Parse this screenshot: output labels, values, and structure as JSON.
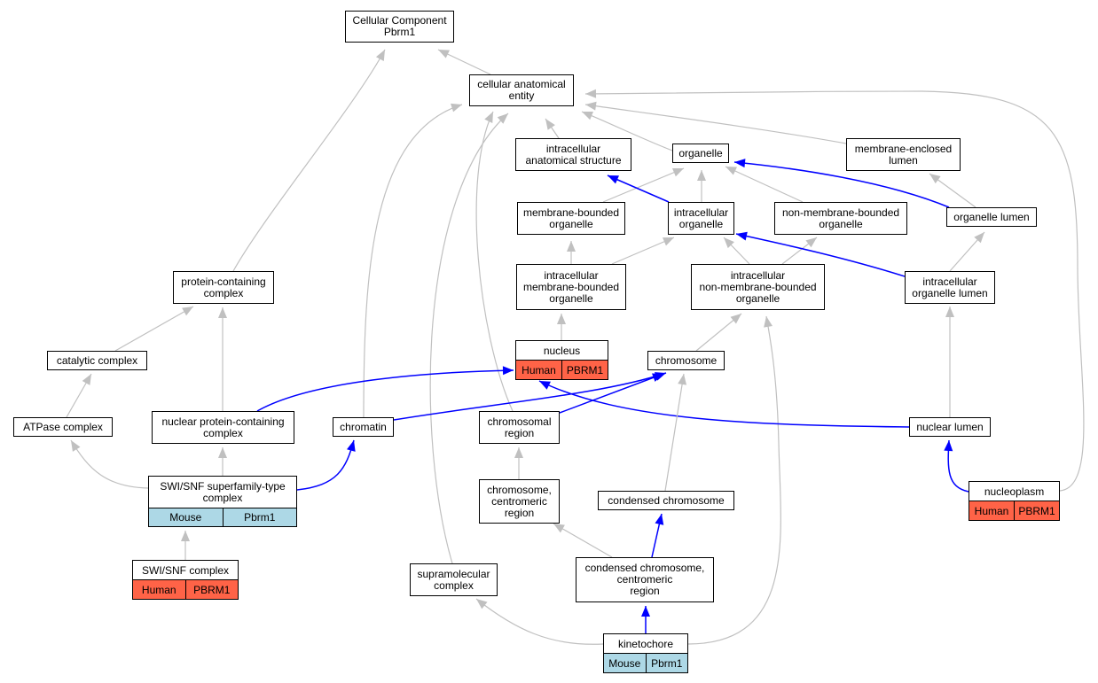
{
  "colors": {
    "is_a_edge": "#c0c0c0",
    "part_of_edge": "#0000ff",
    "human_cell": "#ff6347",
    "mouse_cell": "#add8e6"
  },
  "nodes": {
    "root": {
      "label": "Cellular Component\nPbrm1"
    },
    "cellular_anatomical_entity": {
      "label": "cellular anatomical\nentity"
    },
    "intracellular_anatomical_structure": {
      "label": "intracellular\nanatomical structure"
    },
    "organelle": {
      "label": "organelle"
    },
    "membrane_enclosed_lumen": {
      "label": "membrane-enclosed\nlumen"
    },
    "membrane_bounded_organelle": {
      "label": "membrane-bounded\norganelle"
    },
    "intracellular_organelle": {
      "label": "intracellular\norganelle"
    },
    "non_membrane_bounded_organelle": {
      "label": "non-membrane-bounded\norganelle"
    },
    "organelle_lumen": {
      "label": "organelle lumen"
    },
    "protein_containing_complex": {
      "label": "protein-containing\ncomplex"
    },
    "intracellular_membrane_bounded_organelle": {
      "label": "intracellular\nmembrane-bounded\norganelle"
    },
    "intracellular_non_membrane_bounded_organelle": {
      "label": "intracellular\nnon-membrane-bounded\norganelle"
    },
    "intracellular_organelle_lumen": {
      "label": "intracellular\norganelle lumen"
    },
    "catalytic_complex": {
      "label": "catalytic complex"
    },
    "nucleus": {
      "label": "nucleus",
      "cells": [
        "Human",
        "PBRM1"
      ],
      "species": "human"
    },
    "chromosome": {
      "label": "chromosome"
    },
    "atpase_complex": {
      "label": "ATPase complex"
    },
    "nuclear_protein_containing_complex": {
      "label": "nuclear protein-containing\ncomplex"
    },
    "chromatin": {
      "label": "chromatin"
    },
    "chromosomal_region": {
      "label": "chromosomal\nregion"
    },
    "nuclear_lumen": {
      "label": "nuclear lumen"
    },
    "swi_snf_superfamily": {
      "label": "SWI/SNF superfamily-type\ncomplex",
      "cells": [
        "Mouse",
        "Pbrm1"
      ],
      "species": "mouse"
    },
    "chromosome_centromeric_region": {
      "label": "chromosome,\ncentromeric\nregion"
    },
    "condensed_chromosome": {
      "label": "condensed chromosome"
    },
    "nucleoplasm": {
      "label": "nucleoplasm",
      "cells": [
        "Human",
        "PBRM1"
      ],
      "species": "human"
    },
    "swi_snf_complex": {
      "label": "SWI/SNF complex",
      "cells": [
        "Human",
        "PBRM1"
      ],
      "species": "human"
    },
    "supramolecular_complex": {
      "label": "supramolecular\ncomplex"
    },
    "condensed_chromosome_centromeric_region": {
      "label": "condensed chromosome,\ncentromeric\nregion"
    },
    "kinetochore": {
      "label": "kinetochore",
      "cells": [
        "Mouse",
        "Pbrm1"
      ],
      "species": "mouse"
    }
  },
  "edges": [
    {
      "from": "cellular_anatomical_entity",
      "to": "root",
      "type": "is_a"
    },
    {
      "from": "protein_containing_complex",
      "to": "root",
      "type": "is_a"
    },
    {
      "from": "intracellular_anatomical_structure",
      "to": "cellular_anatomical_entity",
      "type": "is_a"
    },
    {
      "from": "organelle",
      "to": "cellular_anatomical_entity",
      "type": "is_a"
    },
    {
      "from": "membrane_enclosed_lumen",
      "to": "cellular_anatomical_entity",
      "type": "is_a"
    },
    {
      "from": "chromatin",
      "to": "cellular_anatomical_entity",
      "type": "is_a"
    },
    {
      "from": "chromosomal_region",
      "to": "cellular_anatomical_entity",
      "type": "is_a"
    },
    {
      "from": "supramolecular_complex",
      "to": "cellular_anatomical_entity",
      "type": "is_a"
    },
    {
      "from": "nucleoplasm",
      "to": "cellular_anatomical_entity",
      "type": "is_a"
    },
    {
      "from": "membrane_bounded_organelle",
      "to": "organelle",
      "type": "is_a"
    },
    {
      "from": "intracellular_organelle",
      "to": "organelle",
      "type": "is_a"
    },
    {
      "from": "non_membrane_bounded_organelle",
      "to": "organelle",
      "type": "is_a"
    },
    {
      "from": "intracellular_organelle",
      "to": "intracellular_anatomical_structure",
      "type": "part_of"
    },
    {
      "from": "organelle_lumen",
      "to": "organelle",
      "type": "part_of"
    },
    {
      "from": "organelle_lumen",
      "to": "membrane_enclosed_lumen",
      "type": "is_a"
    },
    {
      "from": "intracellular_membrane_bounded_organelle",
      "to": "membrane_bounded_organelle",
      "type": "is_a"
    },
    {
      "from": "intracellular_membrane_bounded_organelle",
      "to": "intracellular_organelle",
      "type": "is_a"
    },
    {
      "from": "intracellular_non_membrane_bounded_organelle",
      "to": "intracellular_organelle",
      "type": "is_a"
    },
    {
      "from": "intracellular_non_membrane_bounded_organelle",
      "to": "non_membrane_bounded_organelle",
      "type": "is_a"
    },
    {
      "from": "intracellular_organelle_lumen",
      "to": "intracellular_organelle",
      "type": "part_of"
    },
    {
      "from": "intracellular_organelle_lumen",
      "to": "organelle_lumen",
      "type": "is_a"
    },
    {
      "from": "catalytic_complex",
      "to": "protein_containing_complex",
      "type": "is_a"
    },
    {
      "from": "nuclear_protein_containing_complex",
      "to": "protein_containing_complex",
      "type": "is_a"
    },
    {
      "from": "nucleus",
      "to": "intracellular_membrane_bounded_organelle",
      "type": "is_a"
    },
    {
      "from": "chromosome",
      "to": "intracellular_non_membrane_bounded_organelle",
      "type": "is_a"
    },
    {
      "from": "kinetochore",
      "to": "intracellular_non_membrane_bounded_organelle",
      "type": "is_a"
    },
    {
      "from": "nuclear_lumen",
      "to": "intracellular_organelle_lumen",
      "type": "is_a"
    },
    {
      "from": "atpase_complex",
      "to": "catalytic_complex",
      "type": "is_a"
    },
    {
      "from": "nuclear_protein_containing_complex",
      "to": "nucleus",
      "type": "part_of"
    },
    {
      "from": "nuclear_lumen",
      "to": "nucleus",
      "type": "part_of"
    },
    {
      "from": "chromatin",
      "to": "chromosome",
      "type": "part_of"
    },
    {
      "from": "chromosomal_region",
      "to": "chromosome",
      "type": "part_of"
    },
    {
      "from": "condensed_chromosome",
      "to": "chromosome",
      "type": "is_a"
    },
    {
      "from": "swi_snf_superfamily",
      "to": "atpase_complex",
      "type": "is_a"
    },
    {
      "from": "swi_snf_superfamily",
      "to": "nuclear_protein_containing_complex",
      "type": "is_a"
    },
    {
      "from": "swi_snf_superfamily",
      "to": "chromatin",
      "type": "part_of"
    },
    {
      "from": "chromosome_centromeric_region",
      "to": "chromosomal_region",
      "type": "is_a"
    },
    {
      "from": "nucleoplasm",
      "to": "nuclear_lumen",
      "type": "part_of"
    },
    {
      "from": "swi_snf_complex",
      "to": "swi_snf_superfamily",
      "type": "is_a"
    },
    {
      "from": "condensed_chromosome_centromeric_region",
      "to": "chromosome_centromeric_region",
      "type": "is_a"
    },
    {
      "from": "condensed_chromosome_centromeric_region",
      "to": "condensed_chromosome",
      "type": "part_of"
    },
    {
      "from": "kinetochore",
      "to": "supramolecular_complex",
      "type": "is_a"
    },
    {
      "from": "kinetochore",
      "to": "condensed_chromosome_centromeric_region",
      "type": "part_of"
    }
  ]
}
